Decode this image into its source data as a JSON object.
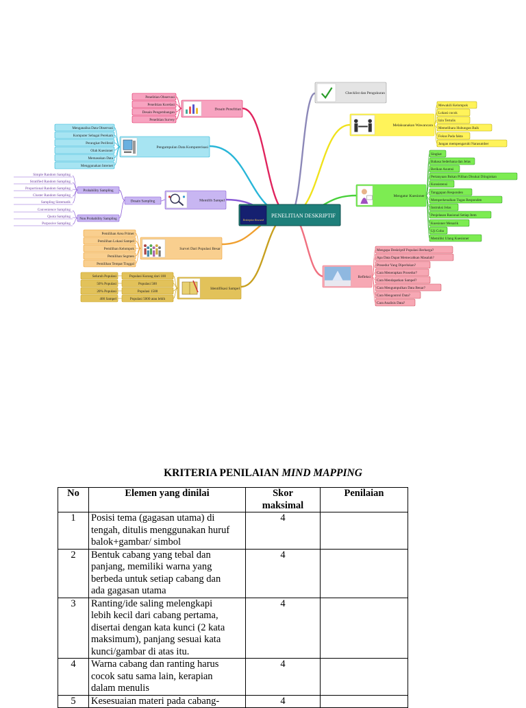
{
  "mindmap": {
    "center": {
      "label": "PENELITIAN DESKRIPTIF",
      "image_caption": "Deskriptive Research"
    },
    "branches": [
      {
        "id": "desain",
        "label": "Desain Penelitian",
        "color": "#e0245e",
        "fill": "#f7a3c0",
        "leaves": [
          "Penelitian Observasi",
          "Penelitian Korelasi",
          "Desain Pengembangan",
          "Penelitian Survey"
        ]
      },
      {
        "id": "pengumpulan",
        "label": "Pengumpulan Data Komputerisasi",
        "color": "#29b6d8",
        "fill": "#a7e4f2",
        "leaves": [
          "Menganalisa Data Observasi",
          "Komputer Sebagai Perekam",
          "Perangkat Periferal",
          "Olah Kuesioner",
          "Memasukan Data",
          "Menggunakan Internet"
        ]
      },
      {
        "id": "memilih",
        "label": "Memilih Sampel",
        "color": "#8a5bd6",
        "fill": "#c8b6f2",
        "subs": [
          {
            "label": "Probability Sampling",
            "leaves": [
              "Simple Random Sampling",
              "Stratified Random Sampling",
              "Proportional Random Sampling",
              "Cluster Random Sampling",
              "Sampling Sistematik"
            ]
          },
          {
            "label": "Non Probability Sampling",
            "leaves": [
              "Convenience Sampling",
              "Quota Sampling",
              "Purposive Sampling"
            ]
          }
        ],
        "extra": "Desain Sampling"
      },
      {
        "id": "survei",
        "label": "Survei Dari Populasi Besar",
        "color": "#f0a030",
        "fill": "#f9cf8f",
        "leaves": [
          "Pemilihan Area Primer",
          "Pemilihan Lokasi Sampel",
          "Pemilihan Kelompok",
          "Pemilihan Segmen",
          "Pemilihan Tempat Tinggal"
        ]
      },
      {
        "id": "identifikasi",
        "label": "Identifikasi Sampel",
        "color": "#c8a020",
        "fill": "#e2c25a",
        "rows": [
          [
            "Seluruh Populasi",
            "Populasi Kurang dari 100"
          ],
          [
            "50% Populasi",
            "Populasi 500"
          ],
          [
            "20% Populasi",
            "Populasi 1500"
          ],
          [
            "400 Sampel",
            "Populasi 5000 atau lebih"
          ]
        ]
      },
      {
        "id": "checklist",
        "label": "Checklist dan Pengukuran",
        "color": "#8c88b8",
        "fill": "#e4e4e4",
        "leaves": []
      },
      {
        "id": "wawancara",
        "label": "Melaksanakan Wawancara",
        "color": "#f0e21c",
        "fill": "#fff35a",
        "leaves": [
          "Mewakili Kelompok",
          "Lokasi cocok",
          "Izin Tertulis",
          "Memelihara Hubungan Baik",
          "Fokus Pada fakta",
          "Jangan mempengaruhi Narasumber"
        ]
      },
      {
        "id": "kuesioner",
        "label": "Mengatur Kuesioner",
        "color": "#48d03a",
        "fill": "#7dec52",
        "leaves": [
          "Singkat",
          "Bahasa Sederhana dan Jelas",
          "Berikan Asumsi",
          "Pertanyaan Bukan Pilihan Disukai Diinginkan",
          "Konsistensi",
          "Tanggapan Responden",
          "Memperkenalkan Tugas Responden",
          "Instruksi Jelas",
          "Penjelasan Rasional Setiap Item",
          "Kuesioner Menarik",
          "Uji Coba",
          "Memiliki Ulang Kuesioner"
        ]
      },
      {
        "id": "refleksi",
        "label": "Refleksi",
        "color": "#f07080",
        "fill": "#f7a8b4",
        "leaves": [
          "Mengapa Deskriptif Populasi Berharga?",
          "Apa Data Dapat Memecahkan Masalah?",
          "Prosedur Yang Diperlukan?",
          "Cara Menerapkan Prosedur?",
          "Cara Mendapatkan Sampel?",
          "Cara Mengumpulkan Data Benar?",
          "Cara Mengontrol Data?",
          "Cara Analisis Data?"
        ]
      }
    ]
  },
  "table": {
    "title_main": "KRITERIA PENILAIAN ",
    "title_italic": "MIND MAPPING",
    "headers": {
      "no": "No",
      "element": "Elemen yang dinilai",
      "score_line1": "Skor",
      "score_line2": "maksimal",
      "rating": "Penilaian"
    },
    "rows": [
      {
        "no": "1",
        "lines": [
          "Posisi tema (gagasan utama) di",
          "tengah, ditulis menggunakan huruf",
          "balok+gambar/ simbol"
        ],
        "score": "4",
        "rating": ""
      },
      {
        "no": "2",
        "lines": [
          "Bentuk cabang yang tebal dan",
          "panjang, memiliki warna yang",
          "berbeda untuk setiap cabang dan",
          "ada gagasan utama"
        ],
        "score": "4",
        "rating": ""
      },
      {
        "no": "3",
        "lines": [
          "Ranting/ide saling melengkapi",
          "lebih kecil dari cabang pertama,",
          "disertai dengan kata kunci (2 kata",
          "maksimum), panjang sesuai kata",
          "kunci/gambar di atas itu."
        ],
        "score": "4",
        "rating": ""
      },
      {
        "no": "4",
        "lines": [
          "Warna cabang dan ranting harus",
          "cocok satu sama lain, kerapian",
          "dalam menulis"
        ],
        "score": "4",
        "rating": ""
      },
      {
        "no": "5",
        "lines": [
          "Kesesuaian materi pada cabang-"
        ],
        "score": "4",
        "rating": ""
      }
    ]
  }
}
